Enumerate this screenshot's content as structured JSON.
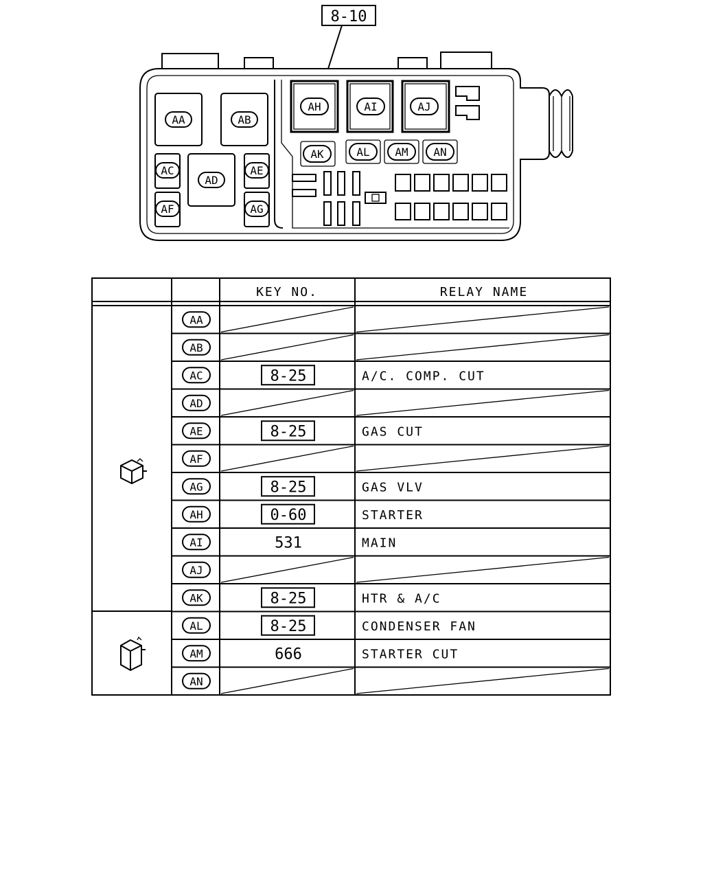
{
  "diagram": {
    "ref_key": "8-10",
    "relay_labels": {
      "AA": "AA",
      "AB": "AB",
      "AC": "AC",
      "AD": "AD",
      "AE": "AE",
      "AF": "AF",
      "AG": "AG",
      "AH": "AH",
      "AI": "AI",
      "AJ": "AJ",
      "AK": "AK",
      "AL": "AL",
      "AM": "AM",
      "AN": "AN"
    }
  },
  "table": {
    "headers": {
      "key_no": "KEY NO.",
      "relay_name": "RELAY NAME"
    },
    "groups": [
      {
        "icon": "relay-cube-icon",
        "rows": [
          0,
          10
        ]
      },
      {
        "icon": "relay-tall-icon",
        "rows": [
          11,
          13
        ]
      }
    ],
    "rows": [
      {
        "code": "AA",
        "key": "",
        "key_boxed": false,
        "name": ""
      },
      {
        "code": "AB",
        "key": "",
        "key_boxed": false,
        "name": ""
      },
      {
        "code": "AC",
        "key": "8-25",
        "key_boxed": true,
        "name": "A/C. COMP. CUT"
      },
      {
        "code": "AD",
        "key": "",
        "key_boxed": false,
        "name": ""
      },
      {
        "code": "AE",
        "key": "8-25",
        "key_boxed": true,
        "name": "GAS CUT"
      },
      {
        "code": "AF",
        "key": "",
        "key_boxed": false,
        "name": ""
      },
      {
        "code": "AG",
        "key": "8-25",
        "key_boxed": true,
        "name": "GAS VLV"
      },
      {
        "code": "AH",
        "key": "0-60",
        "key_boxed": true,
        "name": "STARTER"
      },
      {
        "code": "AI",
        "key": "531",
        "key_boxed": false,
        "name": "MAIN"
      },
      {
        "code": "AJ",
        "key": "",
        "key_boxed": false,
        "name": ""
      },
      {
        "code": "AK",
        "key": "8-25",
        "key_boxed": true,
        "name": "HTR & A/C"
      },
      {
        "code": "AL",
        "key": "8-25",
        "key_boxed": true,
        "name": "CONDENSER FAN"
      },
      {
        "code": "AM",
        "key": "666",
        "key_boxed": false,
        "name": "STARTER CUT"
      },
      {
        "code": "AN",
        "key": "",
        "key_boxed": false,
        "name": ""
      }
    ]
  }
}
